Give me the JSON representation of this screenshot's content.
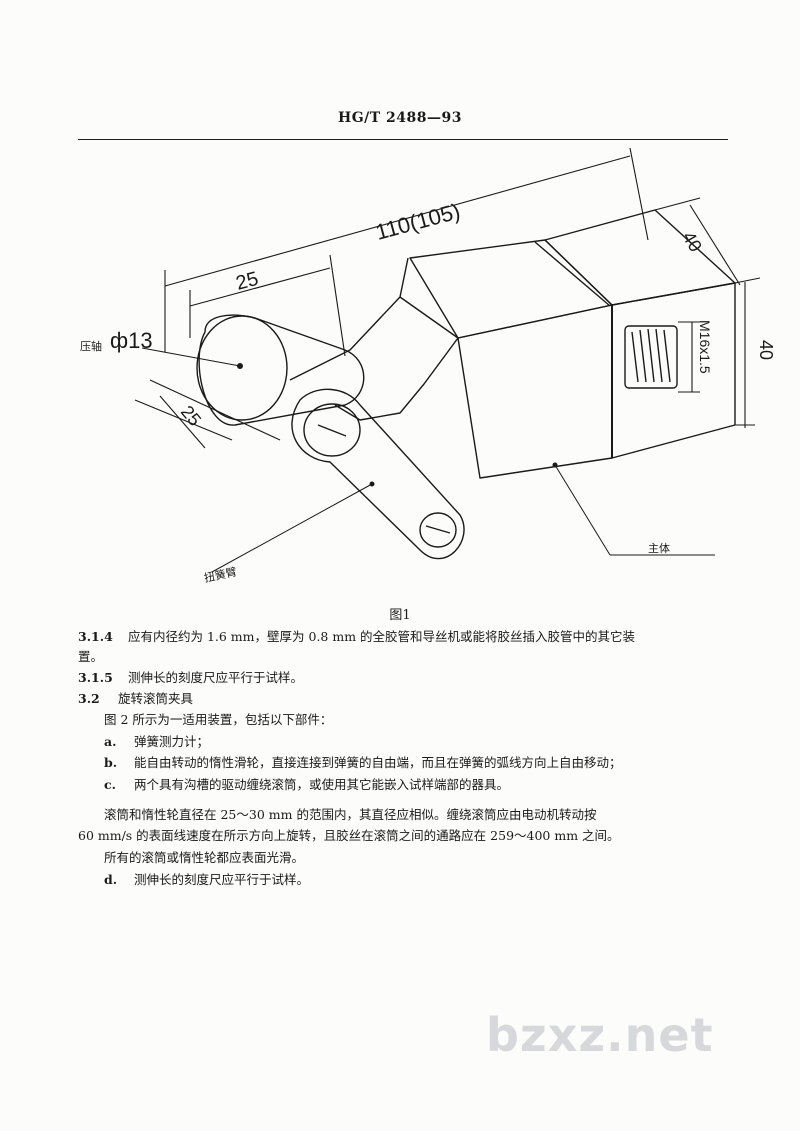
{
  "header": {
    "code": "HG/T 2488—93"
  },
  "figure": {
    "caption": "图1",
    "dim_total": "110(105)",
    "dim_25_top": "25",
    "dim_25_left": "25",
    "dim_40_top": "40",
    "dim_40_right": "40",
    "thread": "M16x1.5",
    "label_press_shaft": "压轴",
    "label_diameter": "ф13",
    "label_body": "主体",
    "label_torsion_arm": "扭簧臂"
  },
  "sections": [
    {
      "num": "3.1.4",
      "text": "应有内径约为 1.6 mm，壁厚为 0.8 mm 的全胶管和导丝机或能将胶丝插入胶管中的其它装"
    },
    {
      "num": "",
      "text": "置。"
    },
    {
      "num": "3.1.5",
      "text": "测伸长的刻度尺应平行于试样。"
    },
    {
      "num": "3.2",
      "text": "旋转滚筒夹具"
    },
    {
      "num": "",
      "text": "图 2 所示为一适用装置，包括以下部件："
    },
    {
      "num": "a.",
      "text": "弹簧测力计；"
    },
    {
      "num": "b.",
      "text": "能自由转动的惰性滑轮，直接连接到弹簧的自由端，而且在弹簧的弧线方向上自由移动；"
    },
    {
      "num": "c.",
      "text": "两个具有沟槽的驱动缠绕滚筒，或使用其它能嵌入试样端部的器具。"
    },
    {
      "num": "",
      "text": "滚筒和惰性轮直径在 25～30 mm 的范围内，其直径应相似。缠绕滚筒应由电动机转动按"
    },
    {
      "num": "",
      "text": "60 mm/s 的表面线速度在所示方向上旋转，且胶丝在滚筒之间的通路应在 259～400 mm 之间。"
    },
    {
      "num": "",
      "text": "所有的滚筒或惰性轮都应表面光滑。"
    },
    {
      "num": "d.",
      "text": "测伸长的刻度尺应平行于试样。"
    }
  ],
  "watermark": "bzxz.net"
}
